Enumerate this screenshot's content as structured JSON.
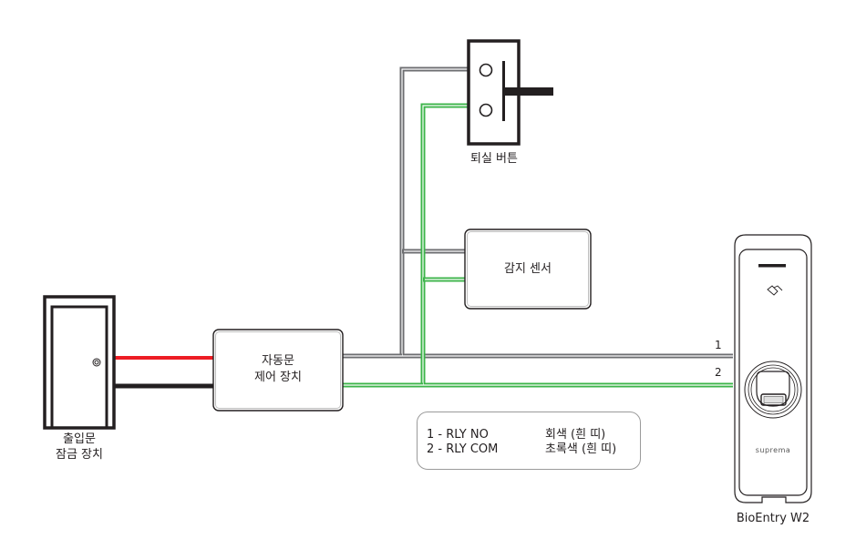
{
  "diagram": {
    "title": "",
    "components": {
      "exit_button": {
        "label": "퇴실 버튼"
      },
      "sensor": {
        "label": "감지 센서"
      },
      "door_lock": {
        "label_line1": "출입문",
        "label_line2": "잠금 장치"
      },
      "door_controller": {
        "label_line1": "자동문",
        "label_line2": "제어 장치"
      },
      "device": {
        "label": "BioEntry W2",
        "brand": "suprema"
      }
    },
    "wire_numbers": [
      "1",
      "2"
    ],
    "legend": [
      {
        "pin": "1 - RLY NO",
        "color_desc": "회색 (흰 띠)"
      },
      {
        "pin": "2 - RLY COM",
        "color_desc": "초록색 (흰 띠)"
      }
    ],
    "colors": {
      "gray_wire": "#6d6e71",
      "green_wire": "#3cb44a",
      "red_wire": "#ed1c24",
      "black_wire": "#231f20",
      "outline": "#231f20"
    }
  }
}
